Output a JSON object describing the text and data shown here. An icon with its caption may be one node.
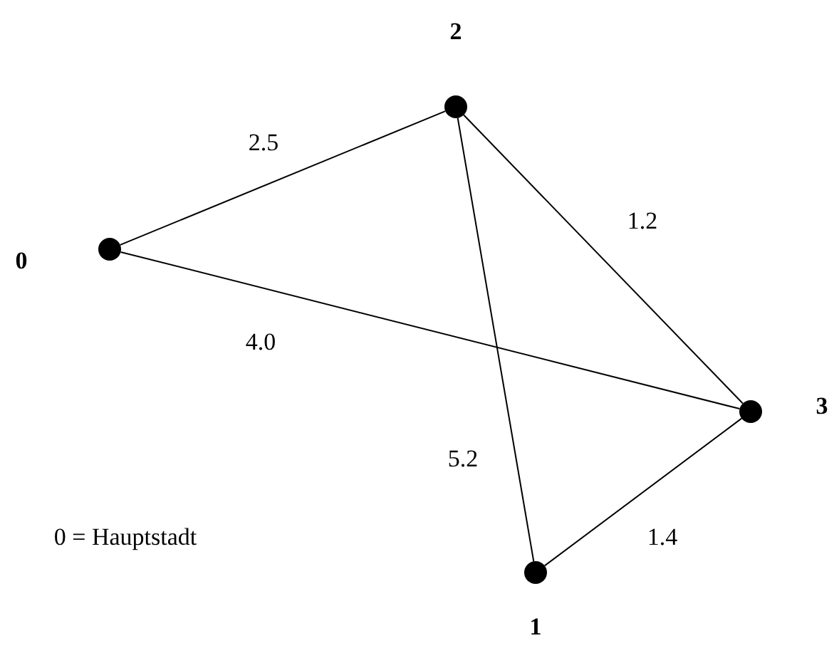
{
  "diagram": {
    "nodes": [
      {
        "text": [],
        "shape": "circle",
        "beside": [
          "0"
        ]
      },
      {
        "text": [],
        "shape": "circle",
        "beside": [
          "1"
        ]
      },
      {
        "text": [],
        "shape": "circle",
        "beside": [
          "2"
        ]
      },
      {
        "text": [],
        "shape": "circle",
        "beside": [
          "3"
        ]
      }
    ],
    "edges": [
      {
        "from": 0,
        "to": 2,
        "arrow": "none",
        "label": "2.5"
      },
      {
        "from": 2,
        "to": 3,
        "arrow": "none",
        "label": "1.2"
      },
      {
        "from": 0,
        "to": 3,
        "arrow": "none",
        "label": "4.0"
      },
      {
        "from": 2,
        "to": 1,
        "arrow": "none",
        "label": "5.2"
      },
      {
        "from": 1,
        "to": 3,
        "arrow": "none",
        "label": "1.4"
      }
    ],
    "labels": [
      "0 = Hauptstadt"
    ]
  }
}
